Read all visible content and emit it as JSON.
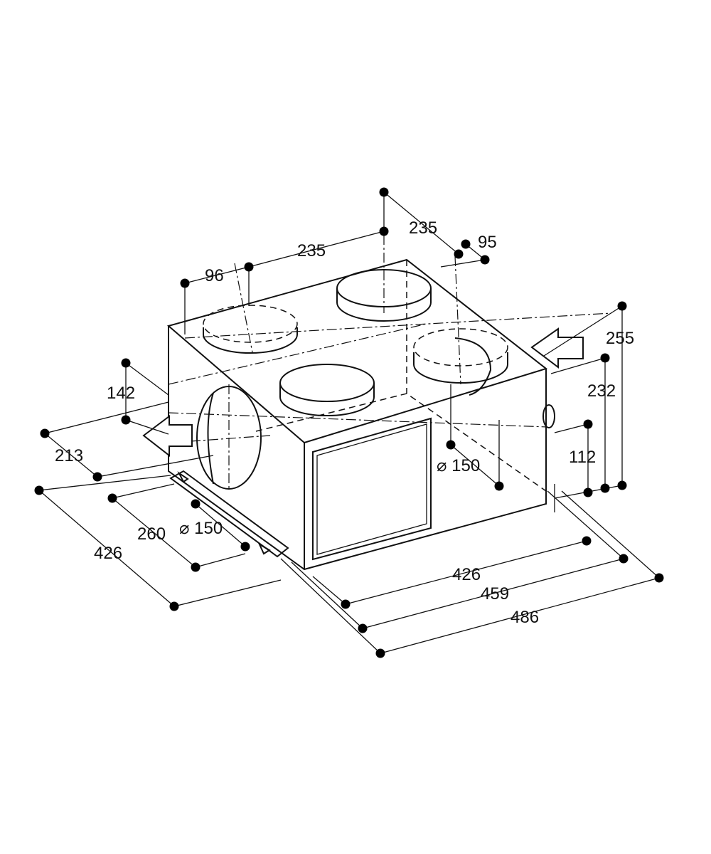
{
  "title": "Ventilation unit dimension drawing",
  "dimensions": {
    "top_235_a": "235",
    "top_95": "95",
    "top_235_b": "235",
    "top_96": "96",
    "right_255": "255",
    "right_232": "232",
    "left_142": "142",
    "right_112": "112",
    "right_diameter": "⌀ 150",
    "left_213": "213",
    "left_260": "260",
    "left_diameter": "⌀ 150",
    "left_426": "426",
    "front_426": "426",
    "front_459": "459",
    "front_486": "486"
  }
}
